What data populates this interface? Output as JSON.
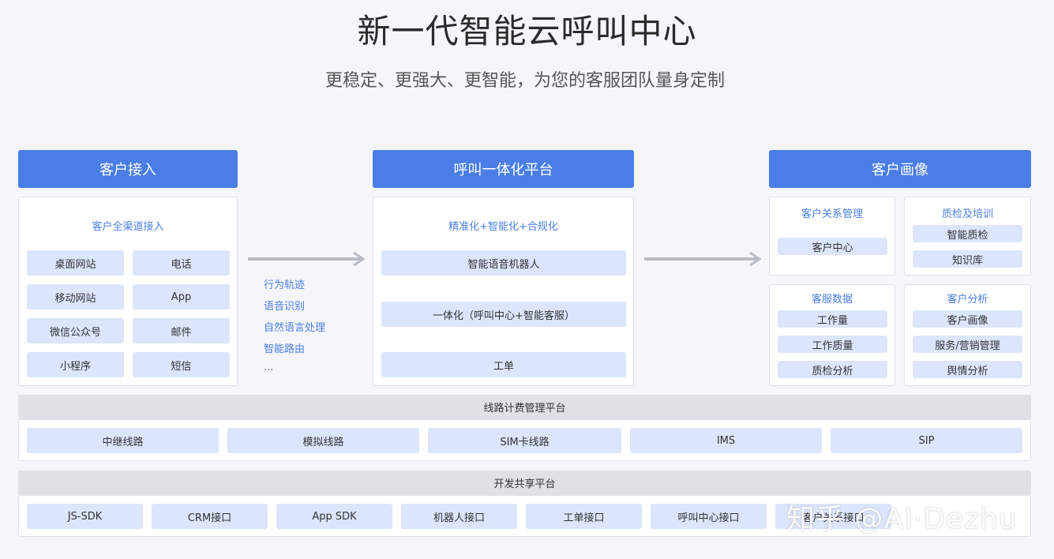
{
  "title": "新一代智能云呼叫中心",
  "subtitle": "更稳定、更强大、更智能，为您的客服团队量身定制",
  "colors": {
    "accent": "#4a7ee6",
    "pill": "#dbe5fb",
    "bar": "#dfe1e6"
  },
  "access": {
    "header": "客户接入",
    "panel_title": "客户全渠道接入",
    "items": [
      "桌面网站",
      "电话",
      "移动网站",
      "App",
      "微信公众号",
      "邮件",
      "小程序",
      "短信"
    ]
  },
  "features": [
    "行为轨迹",
    "语音识别",
    "自然语言处理",
    "智能路由",
    "..."
  ],
  "platform": {
    "header": "呼叫一体化平台",
    "panel_title": "精准化+智能化+合规化",
    "items": [
      "智能语音机器人",
      "一体化（呼叫中心+智能客服）",
      "工单"
    ]
  },
  "portrait": {
    "header": "客户画像",
    "groups": [
      {
        "title": "客户关系管理",
        "items": [
          "客户中心"
        ]
      },
      {
        "title": "质检及培训",
        "items": [
          "智能质检",
          "知识库"
        ]
      },
      {
        "title": "客服数据",
        "items": [
          "工作量",
          "工作质量",
          "质检分析"
        ]
      },
      {
        "title": "客户分析",
        "items": [
          "客户画像",
          "服务/营销管理",
          "舆情分析"
        ]
      }
    ]
  },
  "line_platform": {
    "title": "线路计费管理平台",
    "items": [
      "中继线路",
      "模拟线路",
      "SIM卡线路",
      "IMS",
      "SIP"
    ]
  },
  "dev_platform": {
    "title": "开发共享平台",
    "items": [
      "JS-SDK",
      "CRM接口",
      "App SDK",
      "机器人接口",
      "工单接口",
      "呼叫中心接口",
      "客户关系接口"
    ]
  },
  "watermark": "知乎 @AI·Dezhu"
}
